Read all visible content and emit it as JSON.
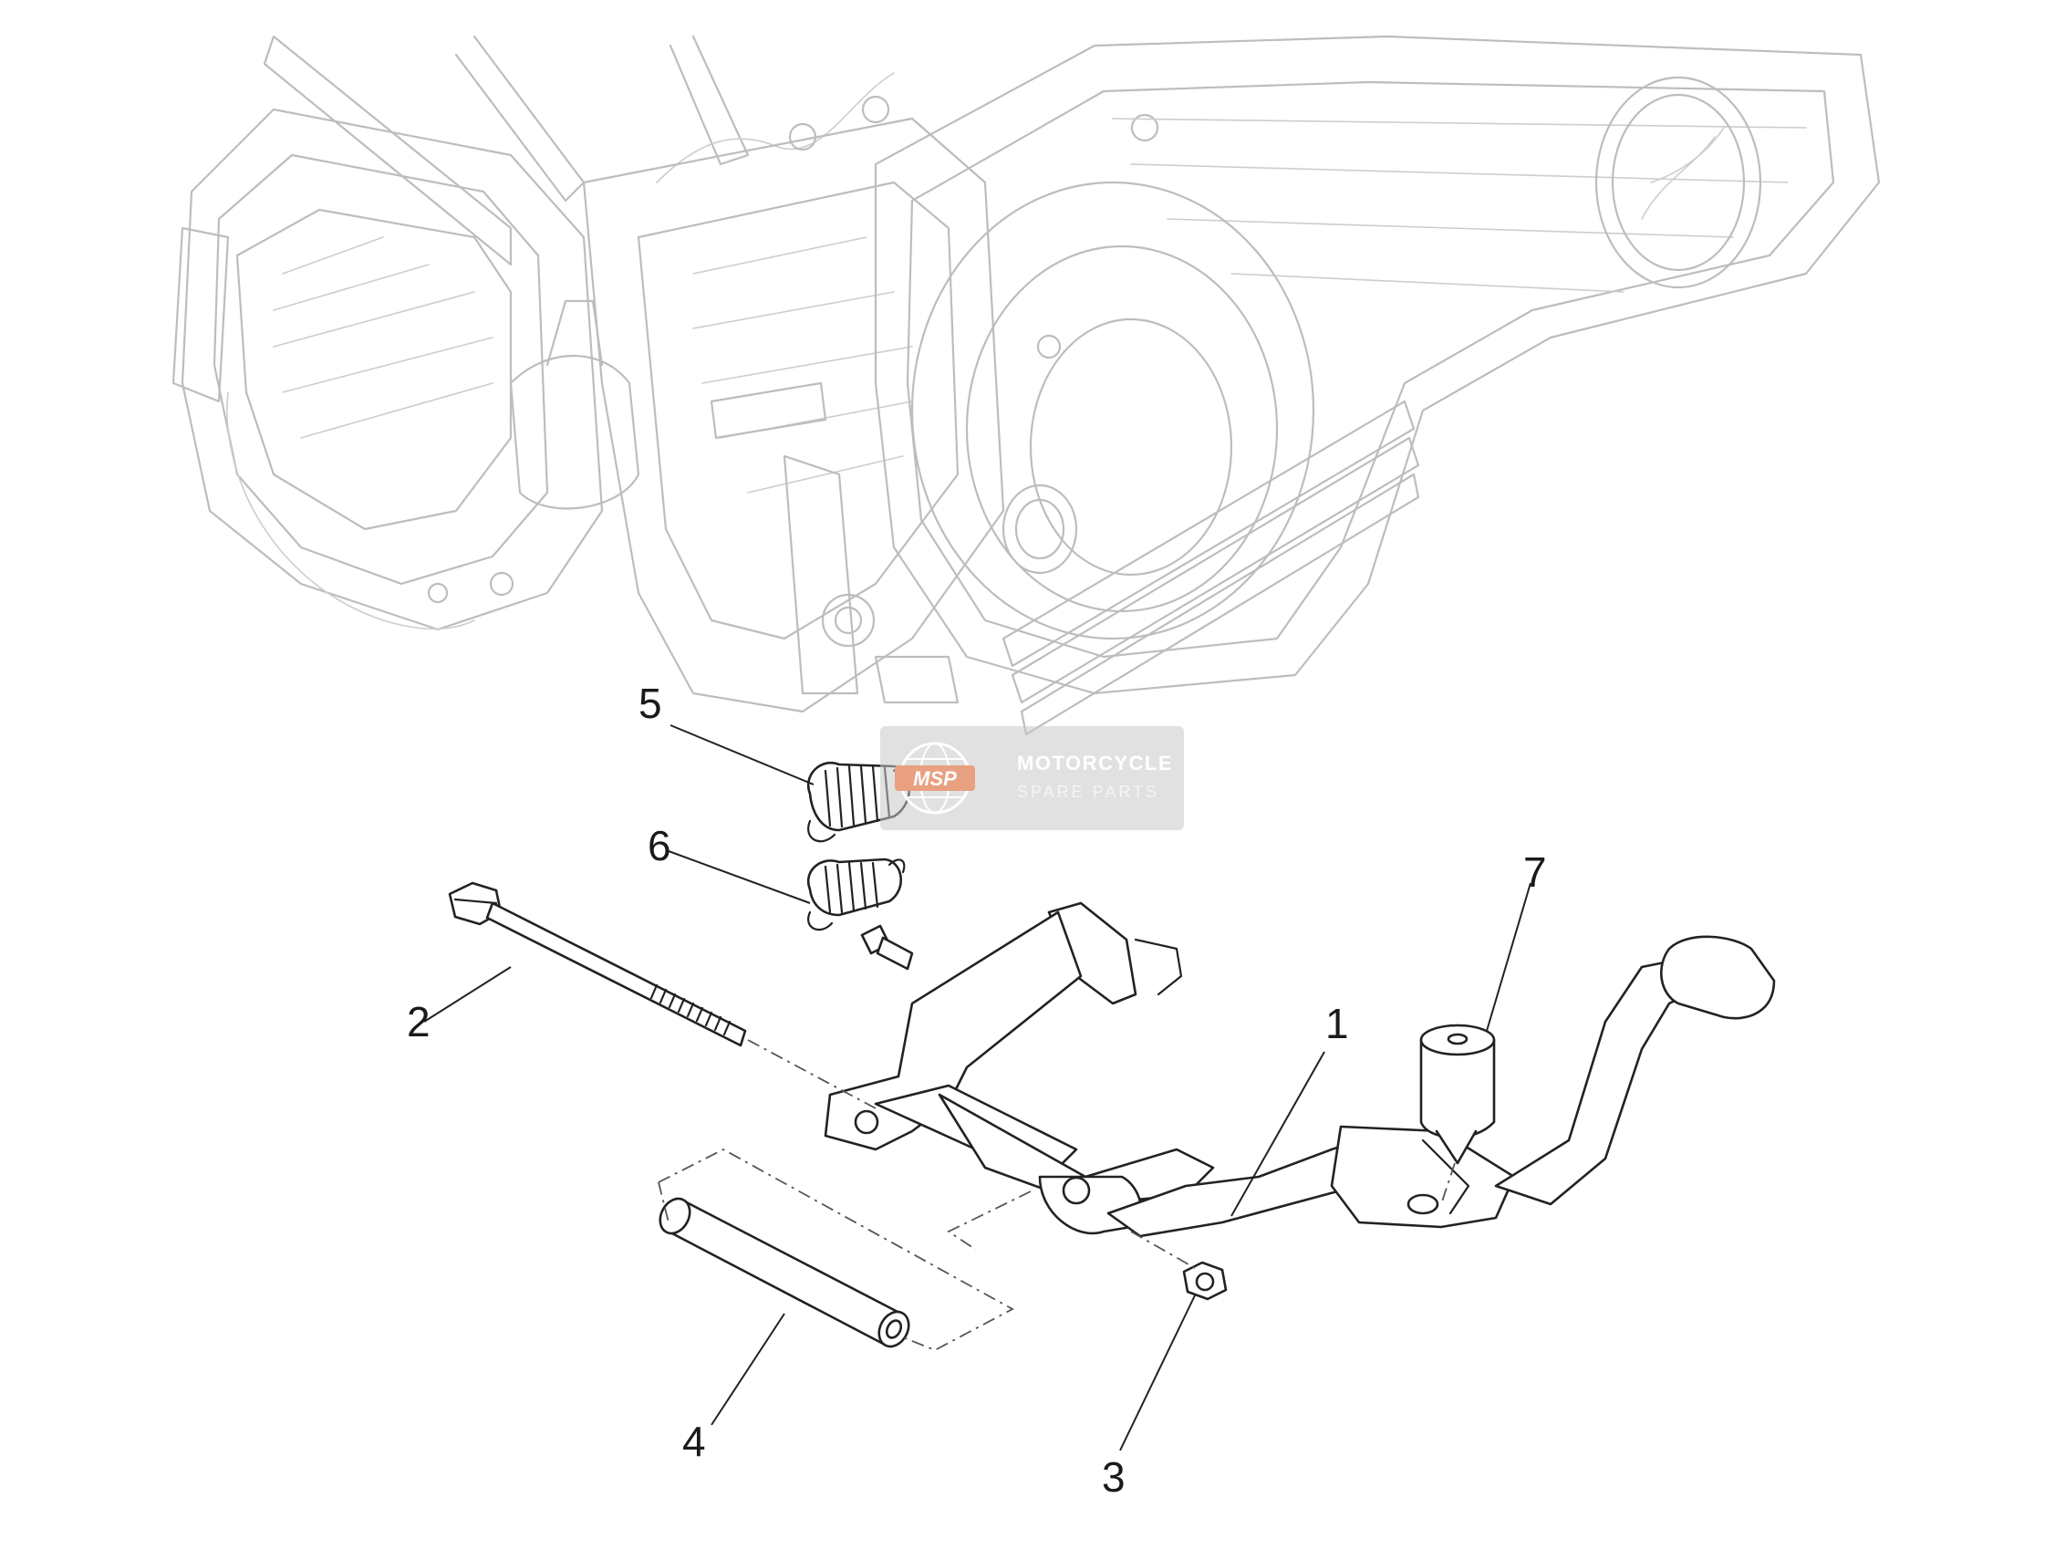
{
  "callouts": [
    {
      "id": "1",
      "label": "1"
    },
    {
      "id": "2",
      "label": "2"
    },
    {
      "id": "3",
      "label": "3"
    },
    {
      "id": "4",
      "label": "4"
    },
    {
      "id": "5",
      "label": "5"
    },
    {
      "id": "6",
      "label": "6"
    },
    {
      "id": "7",
      "label": "7"
    }
  ],
  "watermark": {
    "logo_text": "MSP",
    "title": "MOTORCYCLE",
    "subtitle": "SPARE PARTS"
  }
}
